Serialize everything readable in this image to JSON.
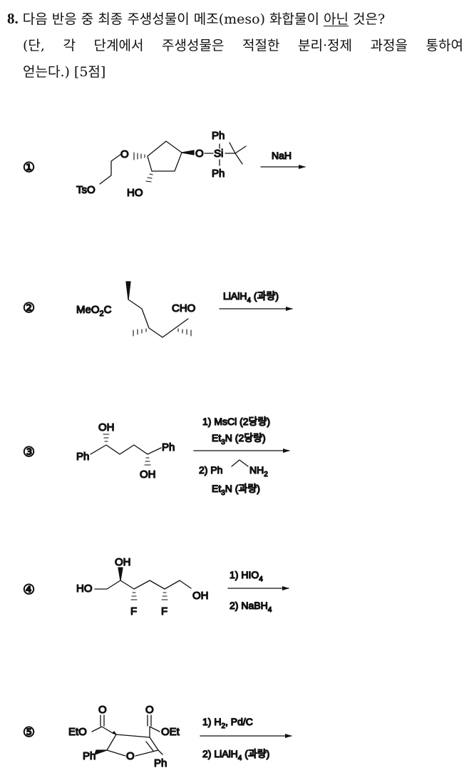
{
  "question": {
    "number": "8.",
    "line1_a": "다음 반응 중 최종 주생성물이 메조(meso) 화합물이 ",
    "line1_u": "아닌",
    "line1_b": " 것은?",
    "line2": "(단, 각 단계에서 주생성물은 적절한 분리·정제 과정을 통하여",
    "line3": "얻는다.) [5점]"
  },
  "reactions": [
    {
      "marker": "①",
      "conditions": [
        "NaH"
      ],
      "labels": {
        "ts": "TsO",
        "o": "O",
        "ho": "HO",
        "osi": "O",
        "si": "Si",
        "ph_top": "Ph",
        "ph_bot": "Ph"
      }
    },
    {
      "marker": "②",
      "conditions": [
        "LiAlH",
        "4",
        " (과량)"
      ],
      "labels": {
        "meo2c": "MeO",
        "sub2": "2",
        "c": "C",
        "cho": "CHO"
      }
    },
    {
      "marker": "③",
      "conditions": [
        "1) MsCl (2당량)",
        "Et",
        "3",
        "N (2당량)",
        "2) Ph",
        "NH",
        "2",
        "Et",
        "3",
        "N (과량)"
      ],
      "labels": {
        "oh_top": "OH",
        "oh_bot": "OH",
        "ph_left": "Ph",
        "ph_right": "Ph"
      }
    },
    {
      "marker": "④",
      "conditions": [
        "1) HIO",
        "4",
        "2) NaBH",
        "4"
      ],
      "labels": {
        "ho": "HO",
        "oh_top": "OH",
        "oh_end": "OH",
        "f1": "F",
        "f2": "F"
      }
    },
    {
      "marker": "⑤",
      "conditions": [
        "1) H",
        "2",
        ", Pd/C",
        "2) LiAlH",
        "4",
        " (과량)"
      ],
      "labels": {
        "eto": "EtO",
        "oet": "OEt",
        "o_top1": "O",
        "o_top2": "O",
        "o_ring": "O",
        "ph_left": "Ph",
        "ph_right": "Ph"
      }
    }
  ]
}
